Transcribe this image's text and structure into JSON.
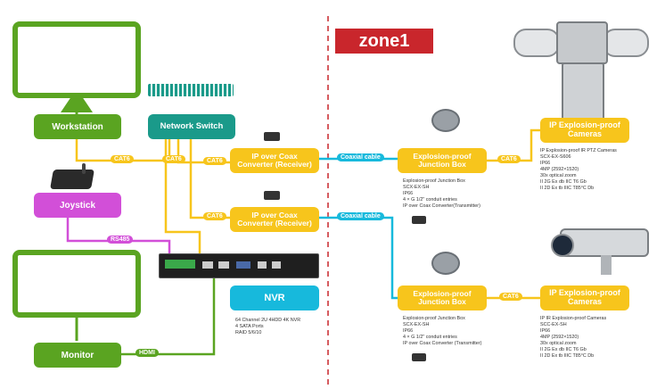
{
  "zone_label": "zone1",
  "nodes": {
    "workstation": "Workstation",
    "network_switch": "Network Switch",
    "joystick": "Joystick",
    "monitor": "Monitor",
    "nvr": "NVR",
    "converter_top": "IP over Coax Converter (Receiver)",
    "converter_bottom": "IP over Coax Converter (Receiver)",
    "junction_top": "Explosion-proof Junction Box",
    "junction_bottom": "Explosion-proof Junction Box",
    "camera_top": "IP Explosion-proof Cameras",
    "camera_bottom": "IP Explosion-proof Cameras"
  },
  "links": {
    "cat6_a": "CAT6",
    "cat6_b": "CAT6",
    "cat6_c": "CAT6",
    "cat6_d": "CAT6",
    "cat6_e": "CAT6",
    "cat6_f": "CAT6",
    "coax_a": "Coaxial cable",
    "coax_b": "Coaxial cable",
    "rs485": "RS485",
    "hdmi": "HDMI"
  },
  "nvr_specs": [
    "64 Channel 2U 4HDD 4K NVR",
    "4 SATA Ports",
    "RAID 5/6/10"
  ],
  "junction_top_specs": [
    "Explosion-proof Junction Box",
    "SCX-EX-SH",
    "IP66",
    "4 × G 1/2\" conduit entries",
    "IP over Coax Converter(Transmitter)"
  ],
  "junction_bottom_specs": [
    "Explosion-proof Junction Box",
    "SCX-EX-SH",
    "IP66",
    "4 × G 1/2\" conduit entries",
    "IP over Coax Converter (Transmitter)"
  ],
  "camera_top_specs": [
    "IP Explosion-proof IR PTZ Cameras",
    "SCX-EX-S606",
    "IP66",
    "4MP (2592×1520)",
    "30x optical zoom",
    "II 2G Ex db IIC T6 Gb",
    "II 2D Ex tb IIIC T85°C Db"
  ],
  "camera_bottom_specs": [
    "IP IR Explosion-proof Cameras",
    "SCC-EX-SH",
    "IP66",
    "4MP (2592×1520)",
    "30x optical zoom",
    "II 2G Ex db IIC T6 Gb",
    "II 2D Ex tb IIIC T85°C Db"
  ],
  "colors": {
    "green": "#5aa421",
    "teal": "#1a9a8a",
    "yellow": "#f7c51c",
    "magenta": "#d24fd8",
    "cyan": "#17b9dc",
    "zone_red": "#c9262c"
  }
}
